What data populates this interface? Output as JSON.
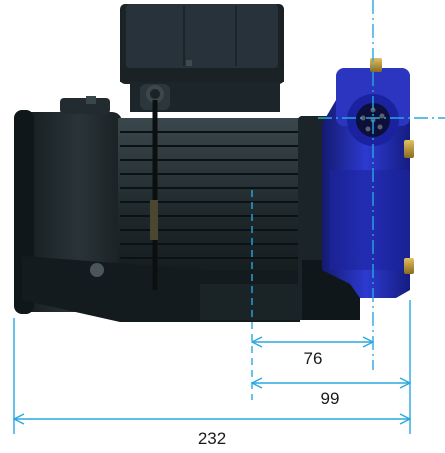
{
  "dimensions": {
    "inner": "76",
    "middle": "99",
    "overall": "232"
  },
  "colors": {
    "dimension_line": "#29a8e0",
    "motor_body": "#1f2a2e",
    "pump_head": "#2430b8",
    "brass": "#c8a23a",
    "background": "#ffffff"
  }
}
